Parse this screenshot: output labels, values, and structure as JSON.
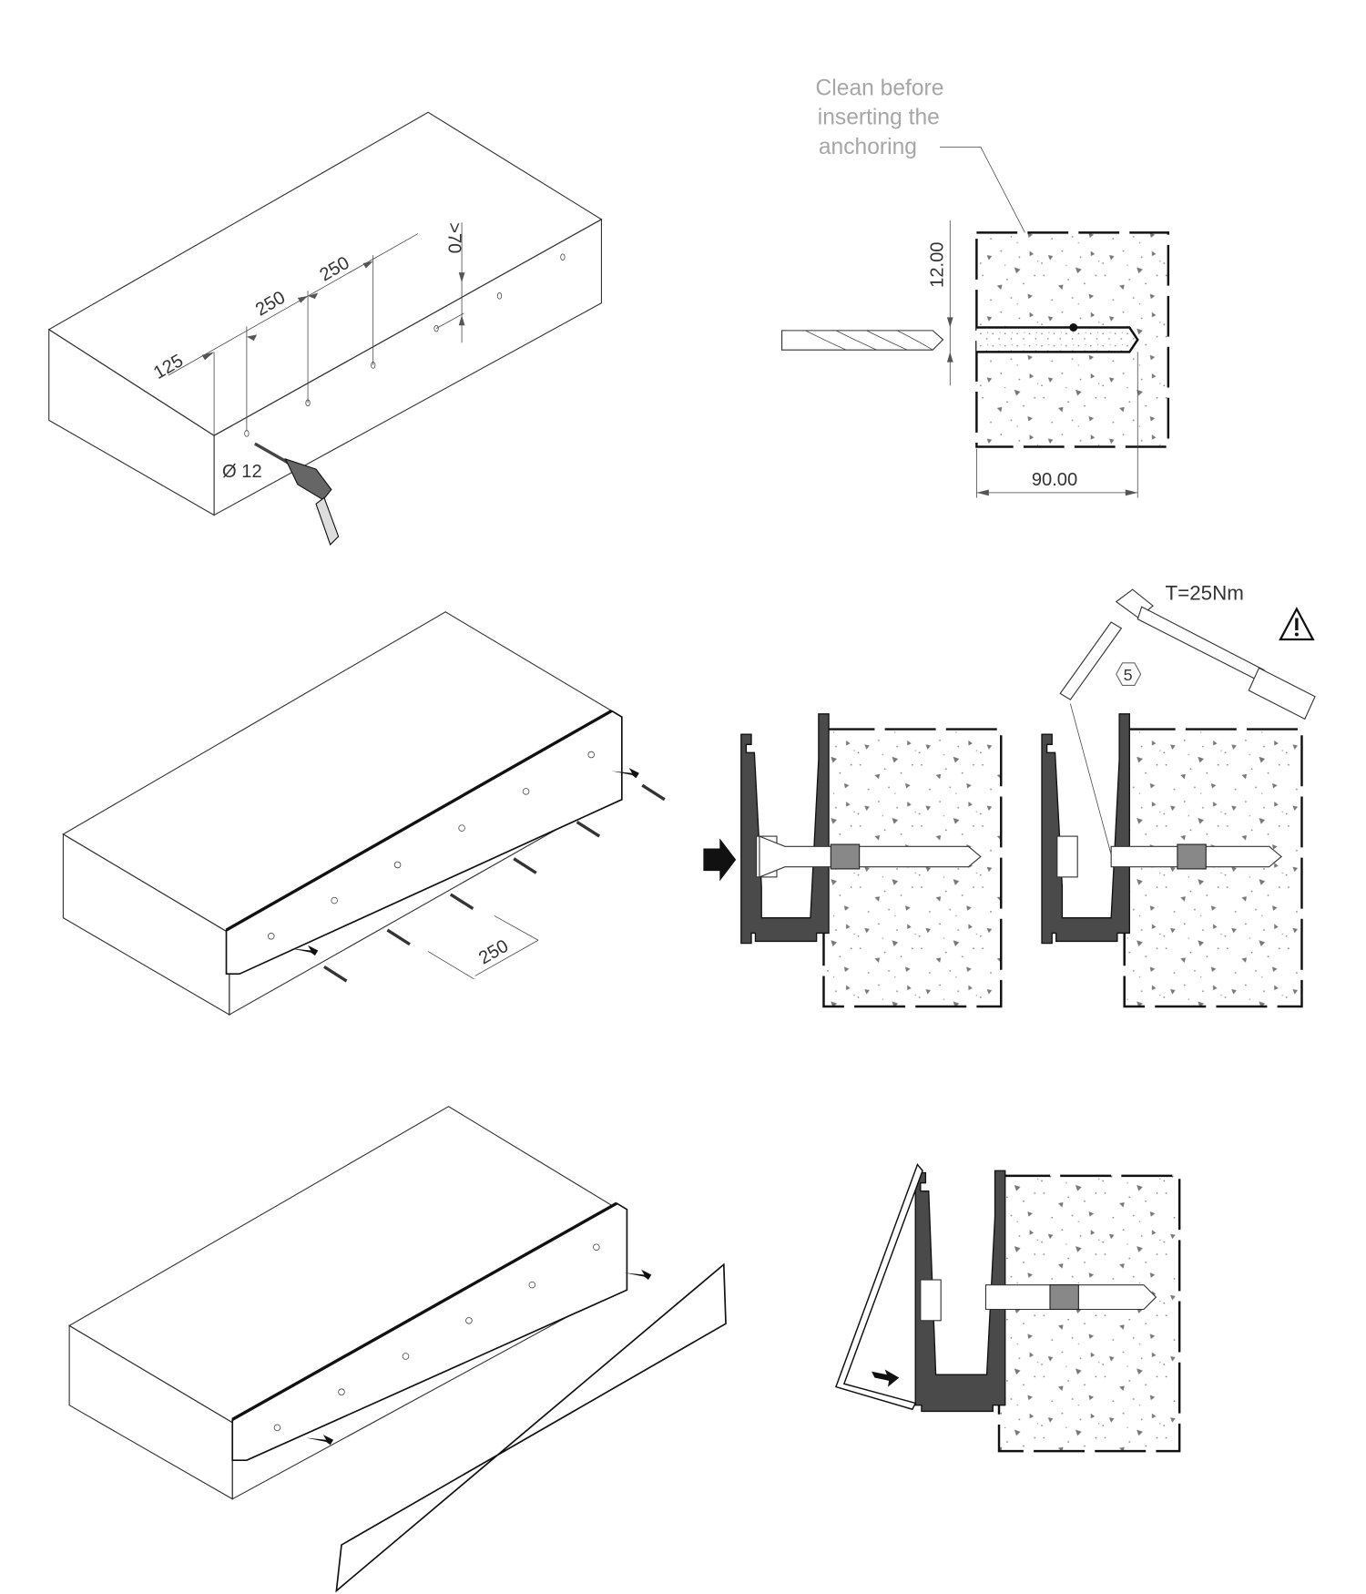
{
  "step1": {
    "dimensions": {
      "first_offset": "125",
      "spacing_a": "250",
      "spacing_b": "250",
      "min_edge": ">70"
    },
    "drill_diameter": "Ø 12"
  },
  "detail1": {
    "note_lines": [
      "Clean before",
      "inserting the",
      "anchoring"
    ],
    "hole_diameter": "12.00",
    "hole_depth": "90.00"
  },
  "step2": {
    "spacing": "250"
  },
  "detail2": {
    "torque": "T=25Nm",
    "hex_key_size": "5",
    "warning_icon": "warning-triangle-icon"
  },
  "colors": {
    "line": "#333333",
    "profile": "#4a4a4a",
    "note": "#a6a6a6"
  }
}
